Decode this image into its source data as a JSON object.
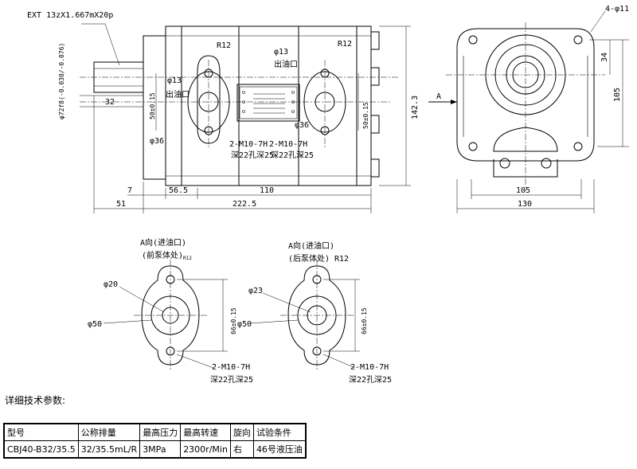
{
  "drawing": {
    "spline_label": "EXT 13zX1.667mX20p",
    "shaft_dia": "φ72f8(-0.030/-0.076)",
    "shaft_len": "32",
    "r12_left": "R12",
    "r12_right": "R12",
    "phi13_left": "φ13",
    "phi13_right": "φ13",
    "outlet_left": "出油口",
    "outlet_right": "出油口",
    "dim_50_left": "50±0.15",
    "dim_50_right": "50±0.15",
    "phi36_left": "φ36",
    "phi36_right": "φ36",
    "thread_left": "2-M10-7H",
    "thread_right": "2-M10-7H",
    "depth_left": "深22孔深25",
    "depth_right": "深22孔深25",
    "dim_142": "142.3",
    "dim_7": "7",
    "dim_56": "56.5",
    "dim_110": "110",
    "dim_51": "51",
    "dim_222": "222.5",
    "four_holes": "4-φ11",
    "dim_34": "34",
    "dim_105v": "105",
    "arrow_a": "A",
    "dim_105h": "105",
    "dim_130": "130",
    "view_a_left_1": "A向(进油口)",
    "view_a_left_2": "(前泵体处)",
    "view_a_left_r12": "R12",
    "view_a_left_phi20": "φ20",
    "view_a_left_phi50": "φ50",
    "view_a_left_66": "66±0.15",
    "view_a_left_thread": "2-M10-7H",
    "view_a_left_depth": "深22孔深25",
    "view_a_right_1": "A向(进油口)",
    "view_a_right_2": "(后泵体处)",
    "view_a_right_r12": "R12",
    "view_a_right_phi23": "φ23",
    "view_a_right_phi50": "φ50",
    "view_a_right_66": "66±0.15",
    "view_a_right_thread": "2-M10-7H",
    "view_a_right_depth": "深22孔深25"
  },
  "section_heading": "详细技术参数:",
  "table": {
    "headers": [
      "型号",
      "公称排量",
      "最高压力",
      "最高转速",
      "旋向",
      "试验条件"
    ],
    "row": [
      "CBJ40-B32/35.5",
      "32/35.5mL/R",
      "3MPa",
      "2300r/Min",
      "右",
      "46号液压油"
    ]
  }
}
